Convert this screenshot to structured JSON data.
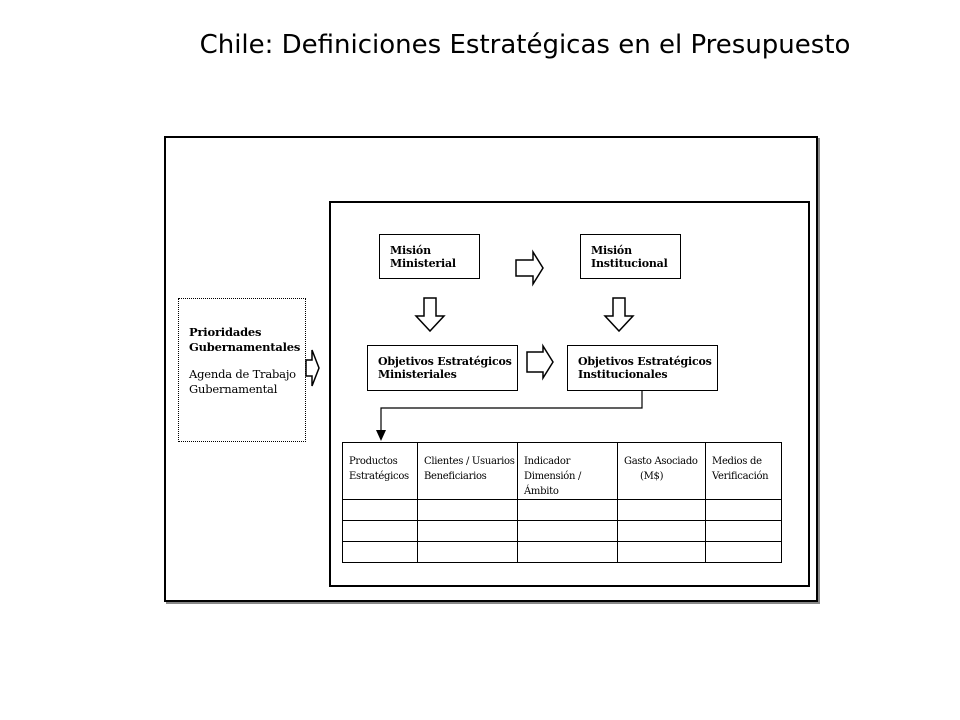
{
  "title": "Chile: Definiciones Estratégicas en el Presupuesto",
  "prioridades": {
    "heading_line1": "Prioridades",
    "heading_line2": "Gubernamentales",
    "sub_line1": "Agenda de Trabajo",
    "sub_line2": "Gubernamental"
  },
  "mision_ministerial": {
    "line1": "Misión",
    "line2": "Ministerial"
  },
  "mision_institucional": {
    "line1": "Misión",
    "line2": "Institucional"
  },
  "objetivos_ministeriales": {
    "line1": "Objetivos Estratégicos",
    "line2": "Ministeriales"
  },
  "objetivos_institucionales": {
    "line1": "Objetivos Estratégicos",
    "line2": "Institucionales"
  },
  "table": {
    "headers": [
      {
        "line1": "Productos",
        "line2": "Estratégicos"
      },
      {
        "line1": "Clientes / Usuarios",
        "line2": "Beneficiarios"
      },
      {
        "line1": "Indicador",
        "line2": "Dimensión / Ámbito"
      },
      {
        "line1": "Gasto Asociado",
        "line2": "(M$)"
      },
      {
        "line1": "Medios de",
        "line2": "Verificación"
      }
    ],
    "empty_rows": 3
  }
}
